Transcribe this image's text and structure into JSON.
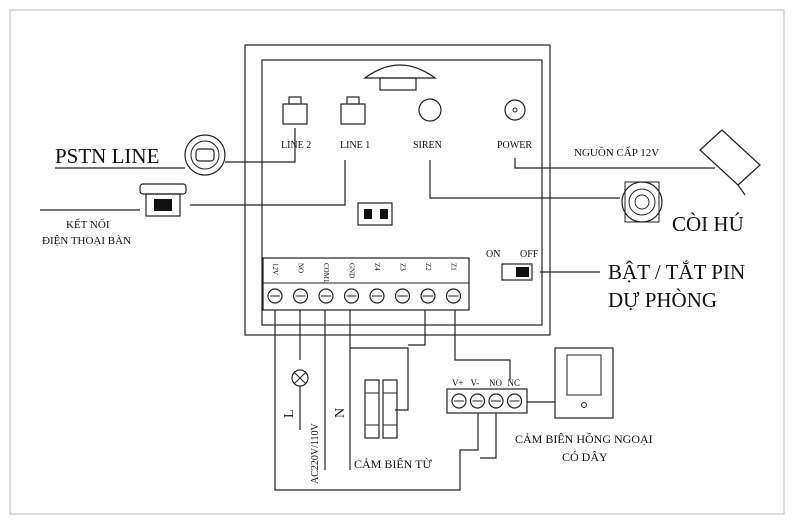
{
  "main_board": {
    "ports": {
      "line2": "LINE 2",
      "line1": "LINE 1",
      "siren": "SIREN",
      "power": "POWER"
    },
    "switch": {
      "on": "ON",
      "off": "OFF"
    },
    "terminals": [
      "12V",
      "NO",
      "COM1",
      "GND",
      "Z4",
      "Z3",
      "Z2",
      "Z1"
    ]
  },
  "labels": {
    "pstn_line": "PSTN LINE",
    "home_phone": [
      "KẾT NỐI",
      "ĐIỆN THOẠI BÀN"
    ],
    "power_supply": "NGUỒN CẤP 12V",
    "siren": "CÒI HÚ",
    "battery_toggle": [
      "BẬT / TẮT PIN",
      "DỰ PHÒNG"
    ],
    "live": "L",
    "neutral": "N",
    "ac_voltage": "AC220V/110V",
    "magnetic_sensor": "CẢM BIẾN TỪ",
    "pir_sensor": [
      "CẢM BIẾN HỒNG NGOẠI",
      "CÓ DÂY"
    ]
  },
  "pir_terminals": [
    "V+",
    "V-",
    "NO",
    "NC"
  ],
  "colors": {
    "line": "#222222",
    "frame": "#bbbbbb",
    "fill_dark": "#111111"
  }
}
